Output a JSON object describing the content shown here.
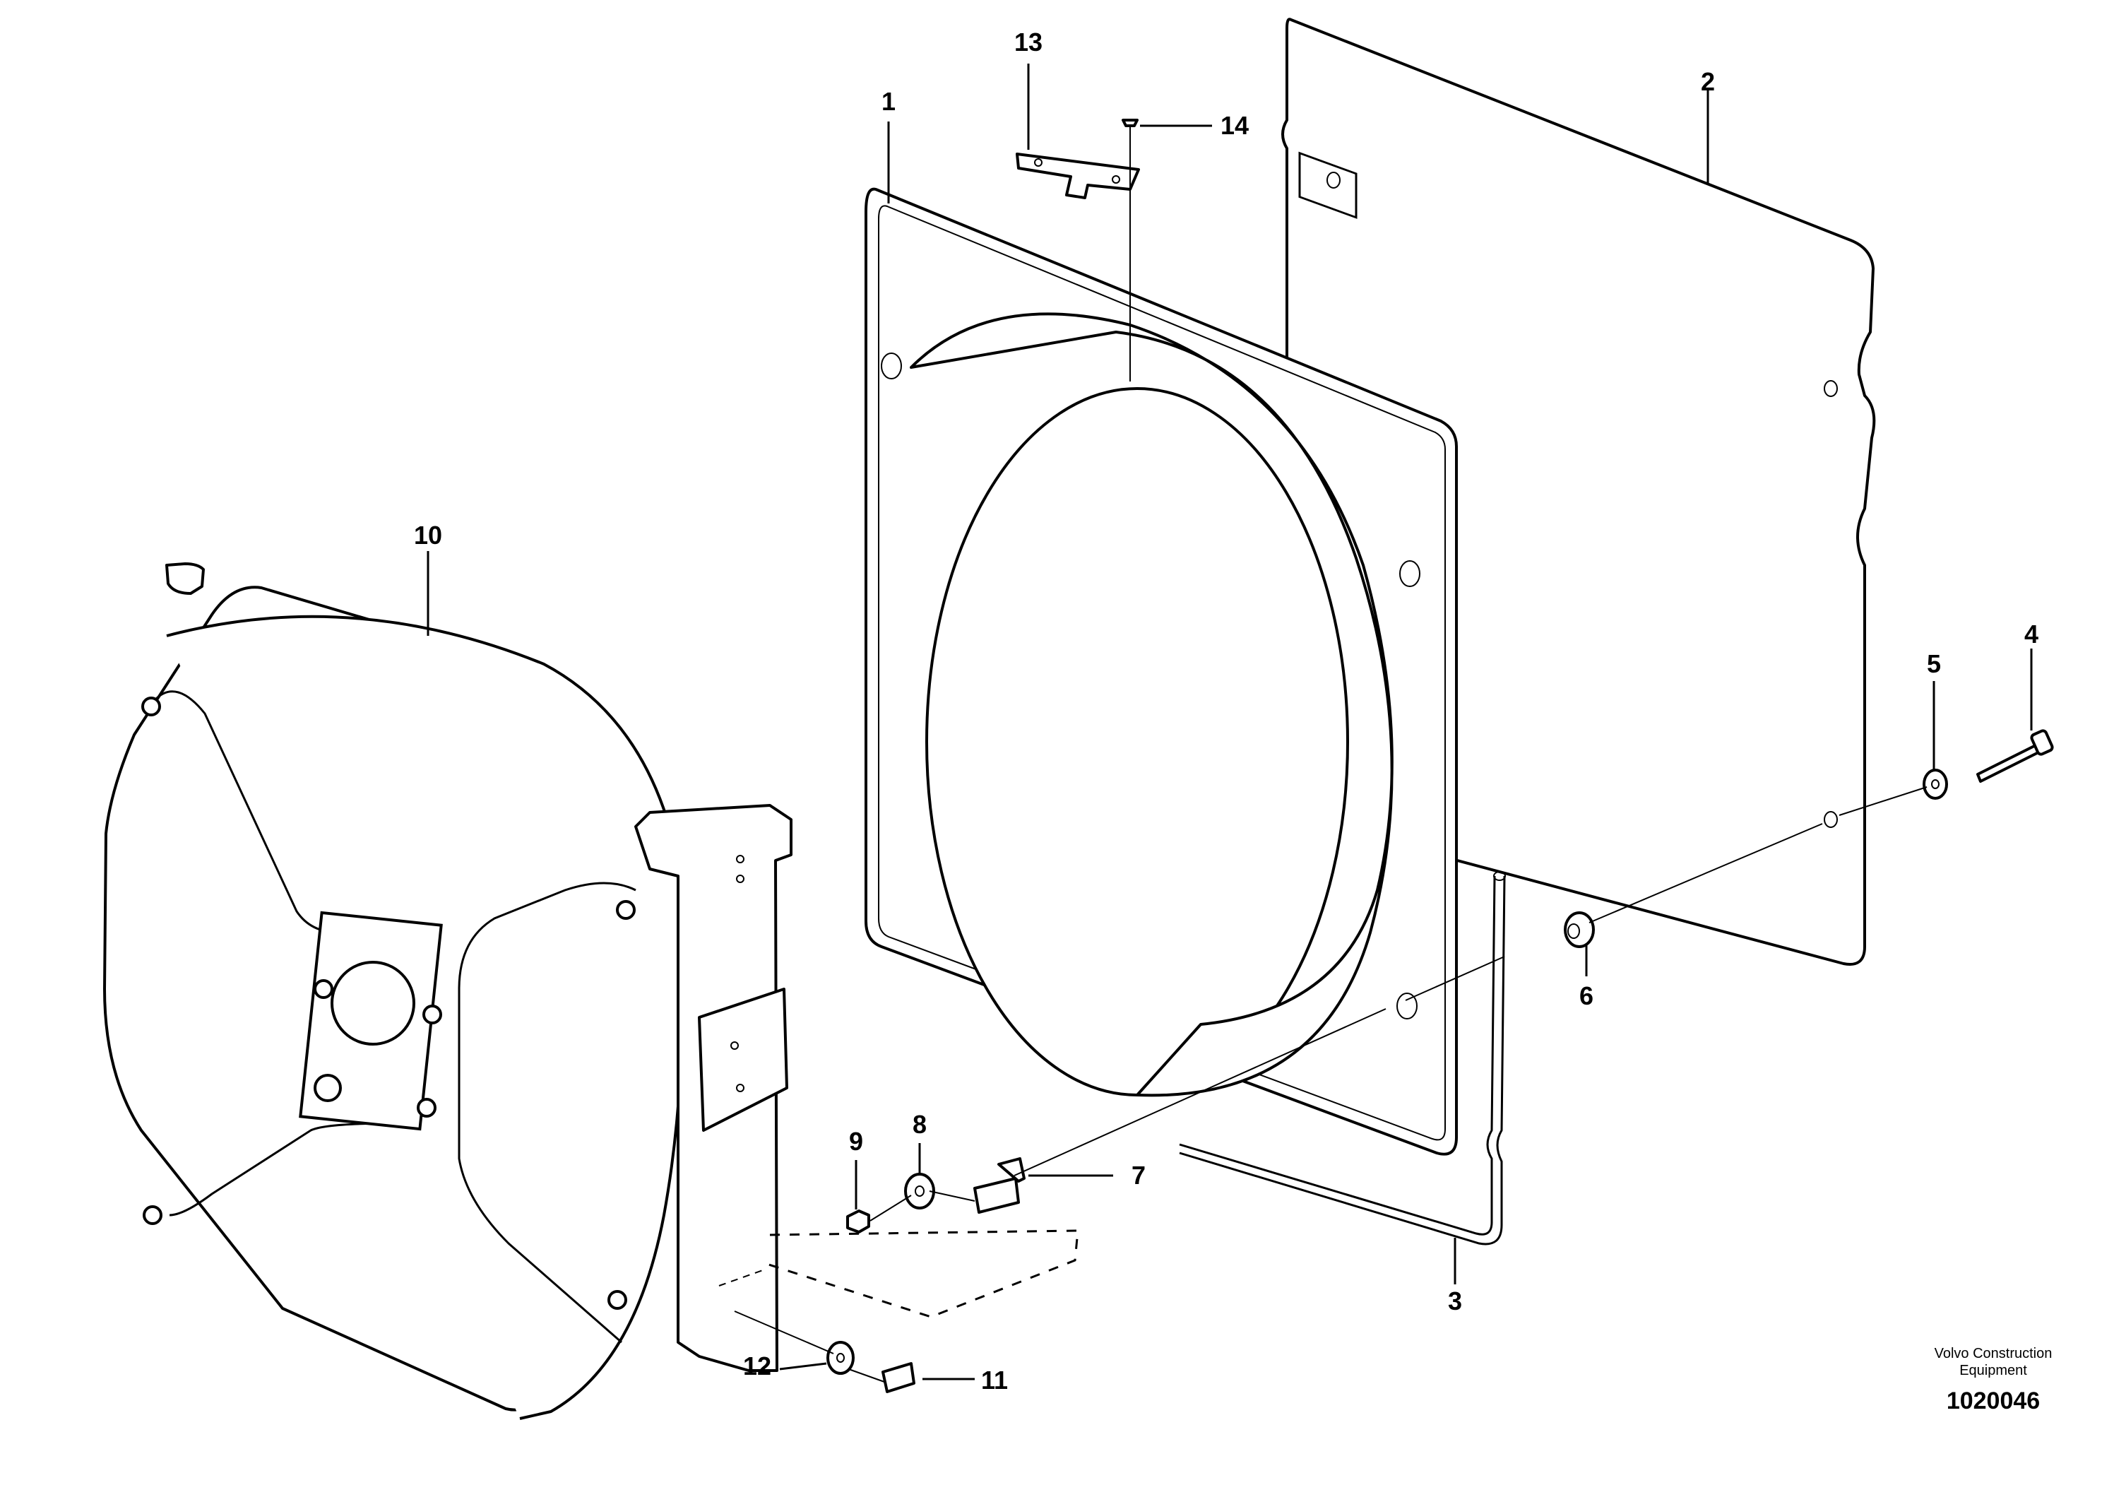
{
  "diagram": {
    "callouts": [
      {
        "id": "1",
        "label": "1"
      },
      {
        "id": "2",
        "label": "2"
      },
      {
        "id": "3",
        "label": "3"
      },
      {
        "id": "4",
        "label": "4"
      },
      {
        "id": "5",
        "label": "5"
      },
      {
        "id": "6",
        "label": "6"
      },
      {
        "id": "7",
        "label": "7"
      },
      {
        "id": "8",
        "label": "8"
      },
      {
        "id": "9",
        "label": "9"
      },
      {
        "id": "10",
        "label": "10"
      },
      {
        "id": "11",
        "label": "11"
      },
      {
        "id": "12",
        "label": "12"
      },
      {
        "id": "13",
        "label": "13"
      },
      {
        "id": "14",
        "label": "14"
      }
    ],
    "credit_line1": "Volvo Construction",
    "credit_line2": "Equipment",
    "document_number": "1020046"
  }
}
